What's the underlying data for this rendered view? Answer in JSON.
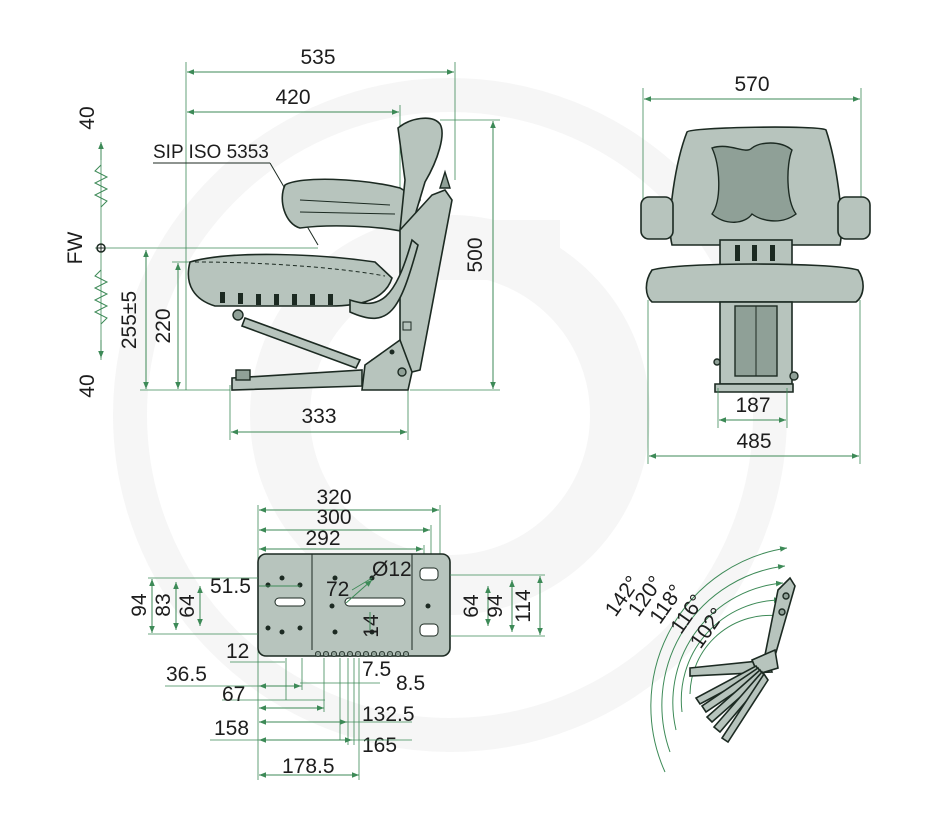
{
  "side_view": {
    "width_overall": "535",
    "backrest_depth": "420",
    "standard_label": "SIP ISO 5353",
    "height_total": "500",
    "seat_height": "220",
    "suspension_range": "255±5",
    "spring_travel_top": "40",
    "spring_travel_bottom": "40",
    "fw_label": "FW",
    "base_length": "333"
  },
  "front_view": {
    "width_overall": "570",
    "rail_width": "187",
    "base_width": "485"
  },
  "base_plate": {
    "dim_320": "320",
    "dim_300": "300",
    "dim_292": "292",
    "hole_diameter": "Ø12",
    "dim_51_5": "51.5",
    "dim_72": "72",
    "dim_14": "14",
    "left_94": "94",
    "left_83": "83",
    "left_64": "64",
    "right_64": "64",
    "right_94": "94",
    "right_114": "114",
    "dim_12": "12",
    "dim_36_5": "36.5",
    "dim_7_5": "7.5",
    "dim_8_5": "8.5",
    "dim_67": "67",
    "dim_132_5": "132.5",
    "dim_158": "158",
    "dim_165": "165",
    "dim_178_5": "178.5"
  },
  "backrest_angles": {
    "a142": "142°",
    "a120": "120°",
    "a118": "118°",
    "a116": "116°",
    "a102": "102°"
  },
  "colors": {
    "dimension_line": "#3d8a57",
    "part_fill": "#b7c4bd",
    "outline": "#1c2a22",
    "watermark": "#eeeeee"
  }
}
